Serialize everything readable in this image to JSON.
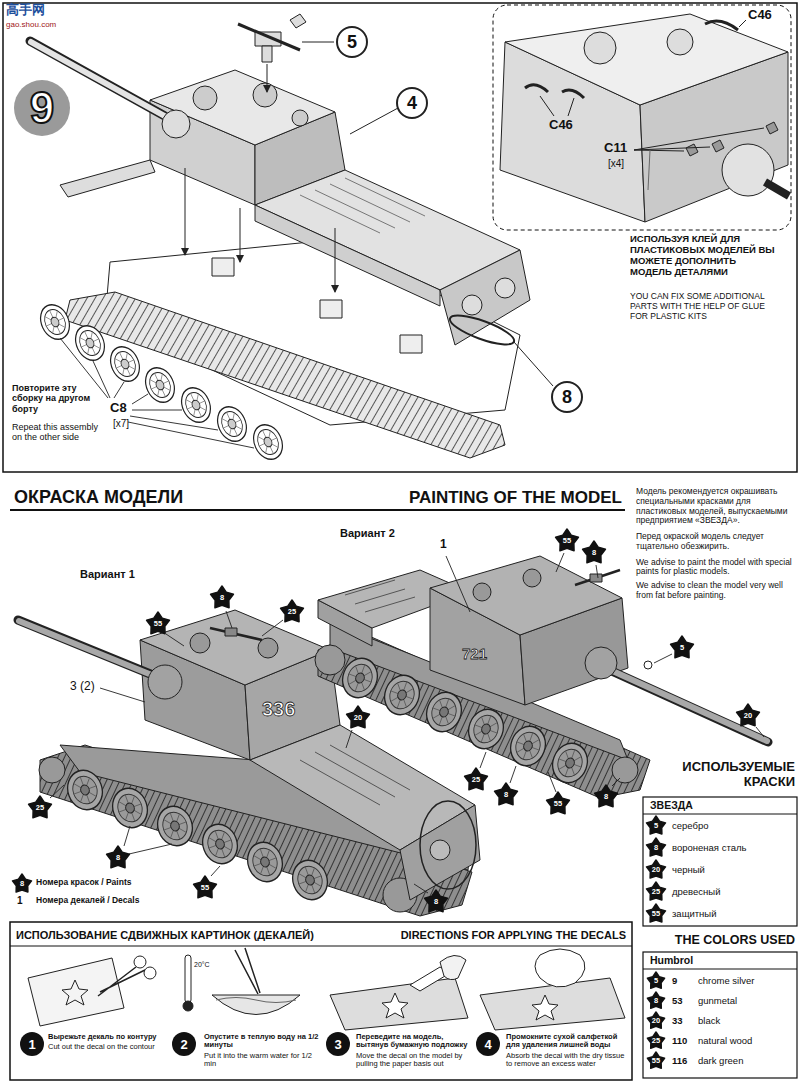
{
  "diagram": {
    "nodes": [
      {
        "text": [
          "9"
        ]
      },
      {
        "text": [
          "5"
        ]
      },
      {
        "text": [
          "4"
        ]
      },
      {
        "text": [
          "8"
        ]
      },
      {
        "text": [
          "1"
        ]
      },
      {
        "text": [
          "2"
        ]
      },
      {
        "text": [
          "3"
        ]
      },
      {
        "text": [
          "4"
        ]
      }
    ],
    "labels": [
      "高手网",
      "gao.shou.com",
      "C46",
      "C46",
      "C11",
      "[x4]",
      "ИСПОЛЬЗУЯ КЛЕЙ ДЛЯ ПЛАСТИКОВЫХ МОДЕЛЕЙ ВЫ МОЖЕТЕ ДОПОЛНИТЬ МОДЕЛЬ ДЕТАЛЯМИ",
      "YOU CAN FIX SOME ADDITIONAL PARTS WITH THE HELP OF GLUE FOR PLASTIC KITS",
      "Повторите эту сборку на другом борту",
      "Repeat this assembly on the other side",
      "C8",
      "[x7]",
      "ОКРАСКА МОДЕЛИ",
      "PAINTING OF THE MODEL",
      "Модель рекомендуется окрашивать специальными красками для пластиковых моделей, выпускаемыми предприятием «ЗВЕЗДА».",
      "Перед окраской модель следует тщательно обезжирить.",
      "We advise to paint the model with special paints for plastic models.",
      "We advise to clean the model very well from fat before painting.",
      "Вариант 2",
      "Вариант 1",
      "55",
      "8",
      "25",
      "3 (2)",
      "336",
      "20",
      "25",
      "8",
      "55",
      "8",
      "1",
      "721",
      "55",
      "8",
      "5",
      "20",
      "25",
      "8",
      "55",
      "8",
      "8",
      "Номера красок / Paints",
      "1",
      "Номера декалей / Decals",
      "ИСПОЛЬЗУЕМЫЕ КРАСКИ",
      "ЗВЕЗДА",
      "5",
      "серебро",
      "8",
      "вороненая сталь",
      "20",
      "черный",
      "25",
      "древесный",
      "55",
      "защитный",
      "THE COLORS USED",
      "Humbrol",
      "5",
      "9",
      "chrome silver",
      "8",
      "53",
      "gunmetal",
      "20",
      "33",
      "black",
      "25",
      "110",
      "natural wood",
      "55",
      "116",
      "dark green",
      "ИСПОЛЬЗОВАНИЕ СДВИЖНЫХ КАРТИНОК (ДЕКАЛЕЙ)",
      "DIRECTIONS FOR APPLYING THE DECALS",
      "20°C",
      "Вырежьте декаль по контуру",
      "Cut out the decal on the contour",
      "Опустите в теплую воду на 1/2 минуты",
      "Put it into the warm water for 1/2 min",
      "Переведите на модель, вытянув бумажную подложку",
      "Move the decal on the model by pulling the paper basis out",
      "Промокните сухой салфеткой для удаления лишней воды",
      "Absorb the decal with the dry tissue to remove an excess water"
    ]
  }
}
